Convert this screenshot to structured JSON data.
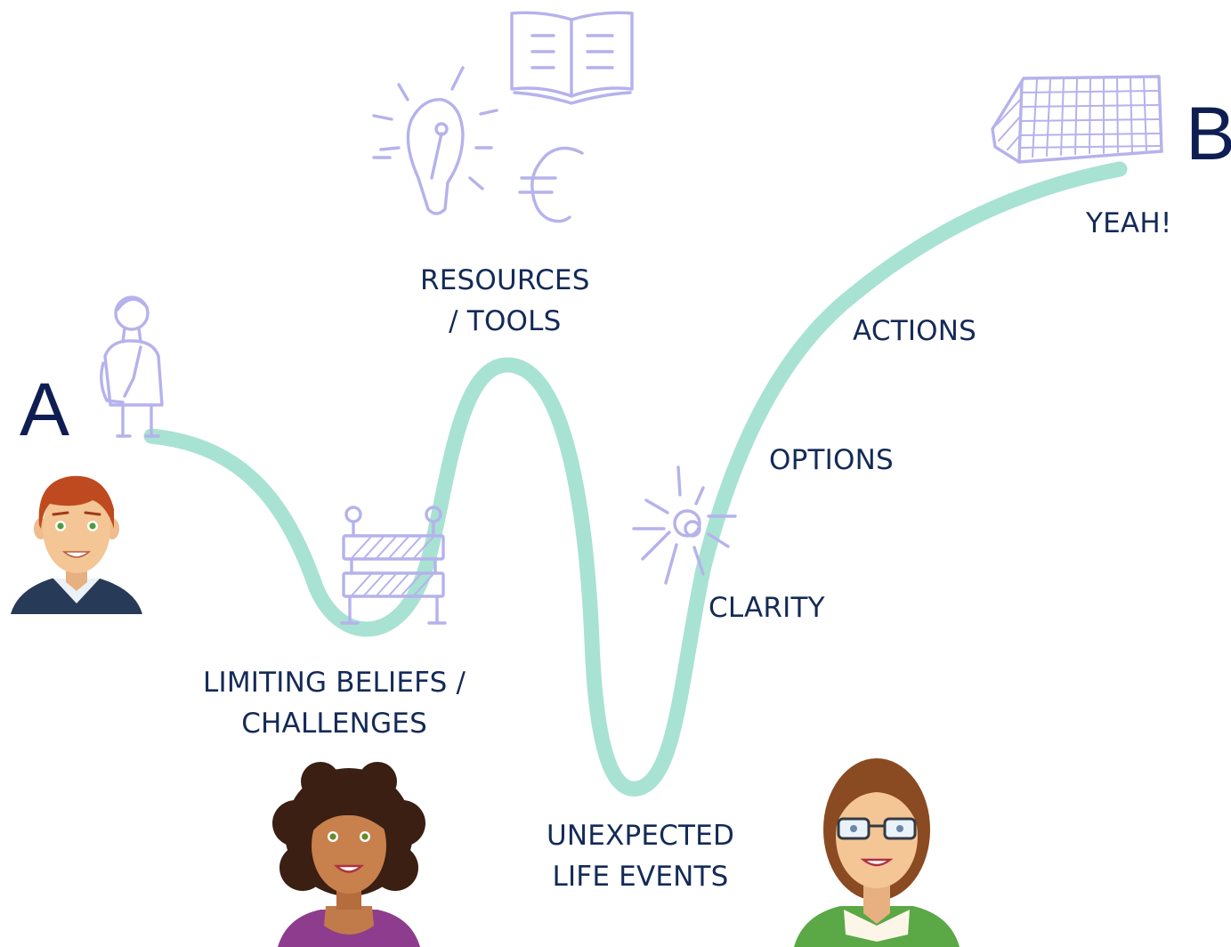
{
  "points": {
    "start": "A",
    "end": "B"
  },
  "labels": {
    "limiting_line1": "LIMITING BELIEFS /",
    "limiting_line2": "CHALLENGES",
    "resources_line1": "RESOURCES",
    "resources_line2": "/ TOOLS",
    "unexpected_line1": "UNEXPECTED",
    "unexpected_line2": "LIFE EVENTS",
    "clarity": "CLARITY",
    "options": "OPTIONS",
    "actions": "ACTIONS",
    "yeah": "YEAH!"
  },
  "icons": [
    "hiker-icon",
    "barrier-icon",
    "lightbulb-icon",
    "book-icon",
    "euro-icon",
    "sun-icon",
    "goal-icon",
    "man-avatar",
    "curly-woman-avatar",
    "glasses-woman-avatar"
  ],
  "colors": {
    "path": "#a8e2d2",
    "sketch": "#b5b2ec",
    "text": "#142a57",
    "letters": "#0f1e52"
  }
}
